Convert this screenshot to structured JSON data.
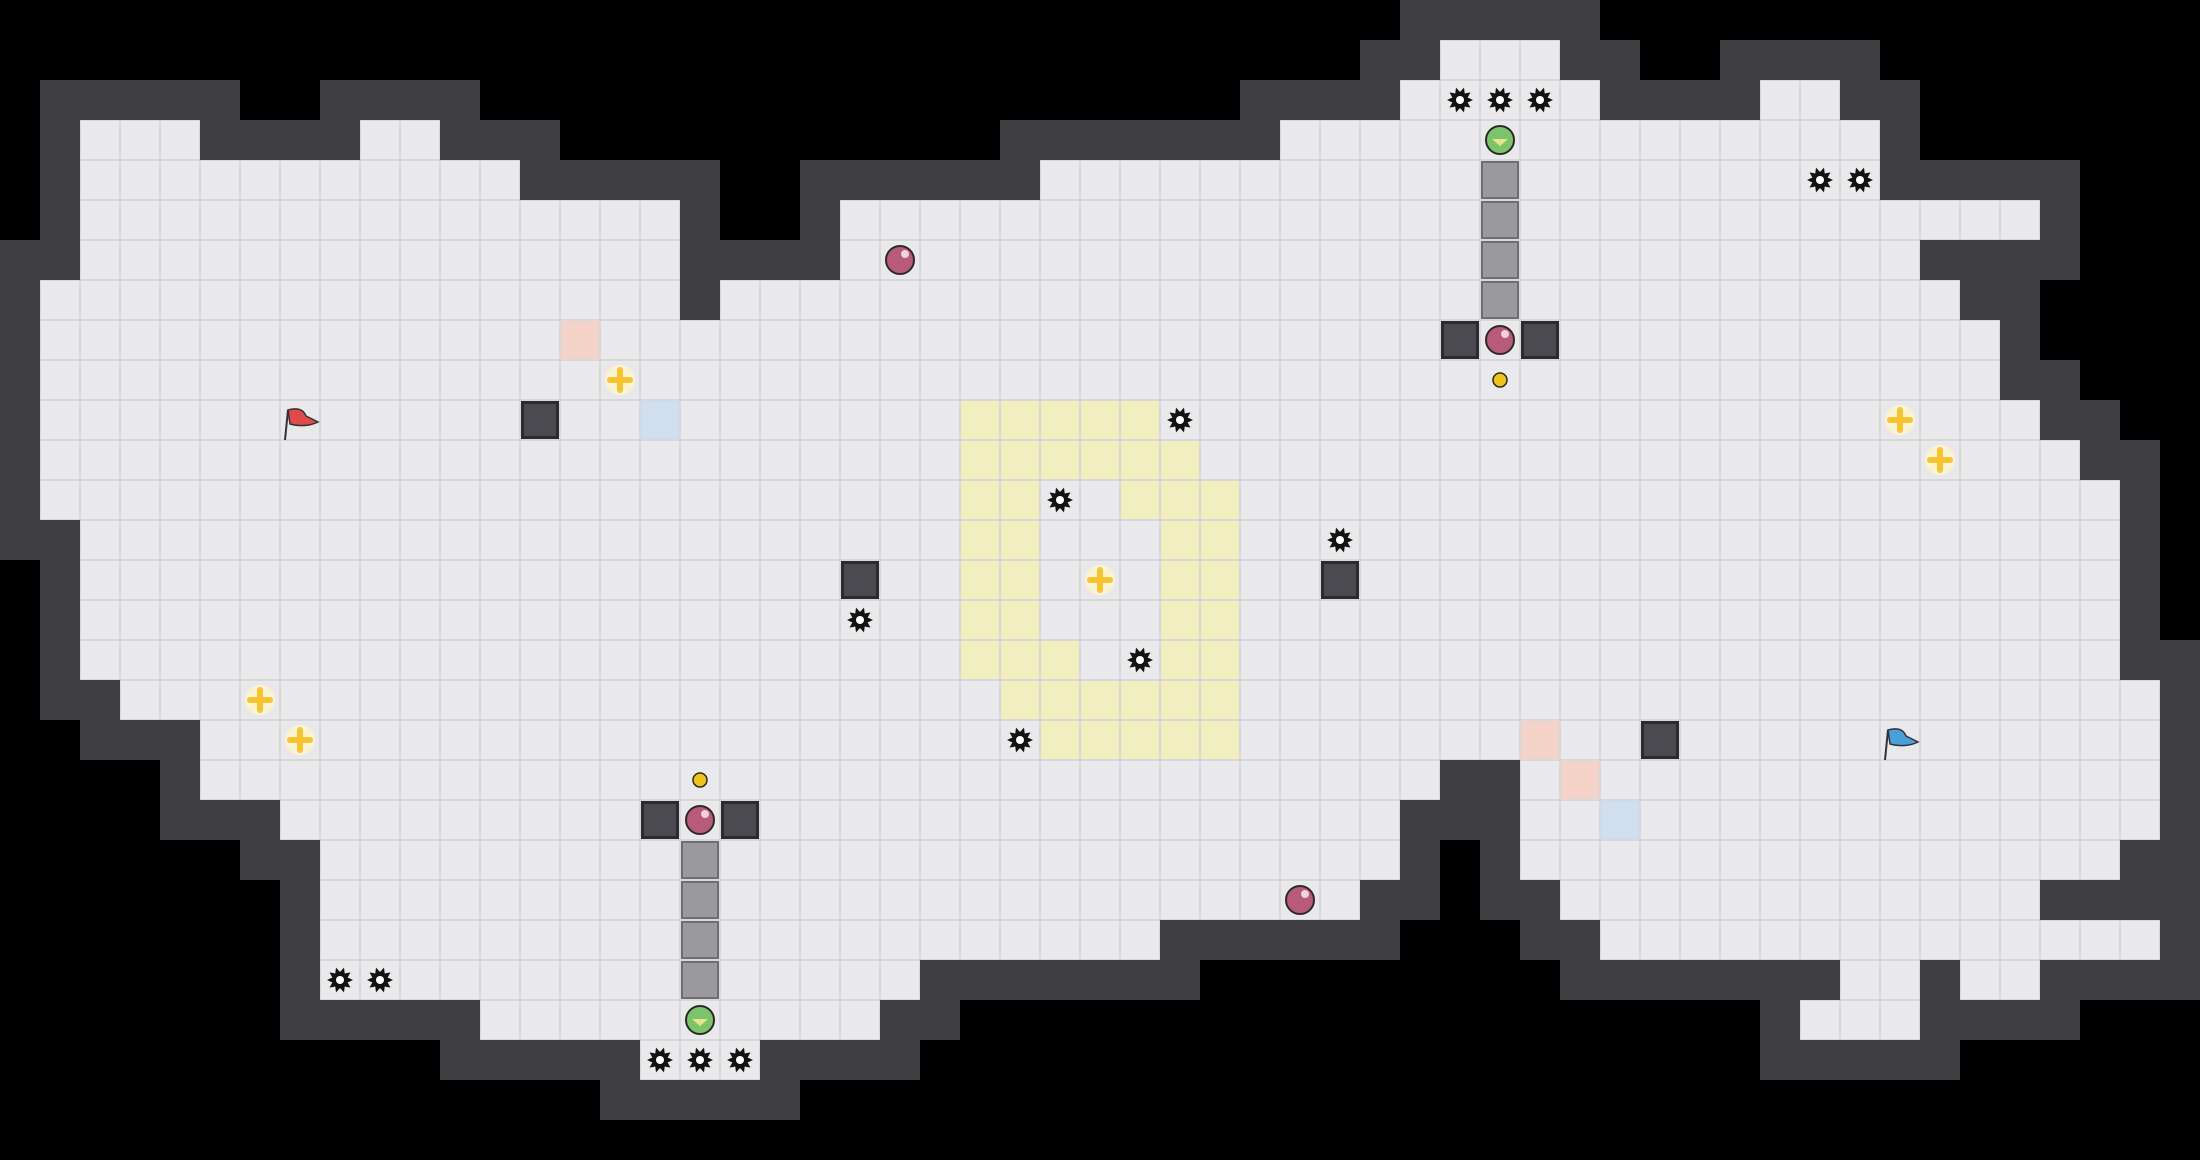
{
  "board": {
    "cols": 55,
    "rows": 29,
    "colors": {
      "background": "#000000",
      "floor": "#e9e9ec",
      "grid_line": "#d6d6db",
      "wall": "#3f3f44",
      "wall_edge": "#2b2b30",
      "block": "#4a4a50",
      "yellow_zone": "#f2efbe",
      "salmon_tile": "#f3d2c8",
      "blue_tile": "#cfdff0",
      "grate": "#9a9a9e",
      "spike": "#111111",
      "bomb": "#b85a7a",
      "green_orb": "#7cc46a",
      "coin": "#f0c419",
      "star": "#f4c430",
      "red_flag": "#e04a4a",
      "blue_flag": "#4aa0d8"
    },
    "floor_runs": [
      [
        36,
        1,
        3
      ],
      [
        35,
        2,
        5
      ],
      [
        44,
        2,
        1
      ],
      [
        45,
        2,
        1
      ],
      [
        2,
        3,
        3
      ],
      [
        9,
        3,
        2
      ],
      [
        32,
        3,
        15
      ],
      [
        2,
        4,
        6
      ],
      [
        8,
        4,
        5
      ],
      [
        26,
        4,
        21
      ],
      [
        2,
        5,
        15
      ],
      [
        21,
        5,
        30
      ],
      [
        2,
        6,
        15
      ],
      [
        21,
        6,
        27
      ],
      [
        1,
        7,
        16
      ],
      [
        18,
        7,
        31
      ],
      [
        1,
        8,
        16
      ],
      [
        17,
        8,
        33
      ],
      [
        1,
        9,
        49
      ],
      [
        1,
        10,
        50
      ],
      [
        1,
        11,
        51
      ],
      [
        1,
        12,
        52
      ],
      [
        2,
        13,
        51
      ],
      [
        2,
        14,
        51
      ],
      [
        2,
        15,
        51
      ],
      [
        2,
        16,
        51
      ],
      [
        3,
        17,
        51
      ],
      [
        5,
        18,
        49
      ],
      [
        5,
        19,
        31
      ],
      [
        38,
        19,
        16
      ],
      [
        7,
        20,
        28
      ],
      [
        38,
        20,
        16
      ],
      [
        8,
        21,
        27
      ],
      [
        38,
        21,
        15
      ],
      [
        8,
        22,
        26
      ],
      [
        39,
        22,
        12
      ],
      [
        8,
        23,
        21
      ],
      [
        40,
        23,
        1
      ],
      [
        41,
        23,
        4
      ],
      [
        45,
        23,
        9
      ],
      [
        8,
        24,
        3
      ],
      [
        11,
        24,
        12
      ],
      [
        46,
        24,
        2
      ],
      [
        49,
        24,
        2
      ],
      [
        12,
        25,
        10
      ],
      [
        45,
        25,
        3
      ],
      [
        16,
        26,
        3
      ]
    ],
    "yellow_cells": [
      [
        24,
        10
      ],
      [
        25,
        10
      ],
      [
        26,
        10
      ],
      [
        27,
        10
      ],
      [
        28,
        10
      ],
      [
        24,
        11
      ],
      [
        25,
        11
      ],
      [
        26,
        11
      ],
      [
        27,
        11
      ],
      [
        28,
        11
      ],
      [
        29,
        11
      ],
      [
        24,
        12
      ],
      [
        25,
        12
      ],
      [
        28,
        12
      ],
      [
        29,
        12
      ],
      [
        30,
        12
      ],
      [
        24,
        13
      ],
      [
        25,
        13
      ],
      [
        29,
        13
      ],
      [
        30,
        13
      ],
      [
        24,
        14
      ],
      [
        25,
        14
      ],
      [
        29,
        14
      ],
      [
        30,
        14
      ],
      [
        24,
        15
      ],
      [
        25,
        15
      ],
      [
        29,
        15
      ],
      [
        30,
        15
      ],
      [
        24,
        16
      ],
      [
        25,
        16
      ],
      [
        26,
        16
      ],
      [
        29,
        16
      ],
      [
        30,
        16
      ],
      [
        25,
        17
      ],
      [
        26,
        17
      ],
      [
        27,
        17
      ],
      [
        28,
        17
      ],
      [
        29,
        17
      ],
      [
        30,
        17
      ],
      [
        26,
        18
      ],
      [
        27,
        18
      ],
      [
        28,
        18
      ],
      [
        29,
        18
      ],
      [
        30,
        18
      ]
    ],
    "salmon_cells": [
      [
        14,
        8
      ],
      [
        38,
        18
      ],
      [
        39,
        19
      ]
    ],
    "blue_cells": [
      [
        16,
        10
      ],
      [
        40,
        20
      ]
    ],
    "blocks": [
      [
        13,
        10
      ],
      [
        21,
        14
      ],
      [
        33,
        14
      ],
      [
        36,
        8
      ],
      [
        38,
        8
      ],
      [
        16,
        20
      ],
      [
        18,
        20
      ],
      [
        41,
        18
      ]
    ],
    "grates": [
      [
        37,
        4
      ],
      [
        37,
        5
      ],
      [
        37,
        6
      ],
      [
        37,
        7
      ],
      [
        17,
        21
      ],
      [
        17,
        22
      ],
      [
        17,
        23
      ],
      [
        17,
        24
      ]
    ],
    "spikes": [
      [
        36,
        2
      ],
      [
        37,
        2
      ],
      [
        38,
        2
      ],
      [
        45,
        4
      ],
      [
        46,
        4
      ],
      [
        29,
        10
      ],
      [
        26,
        12
      ],
      [
        33,
        13
      ],
      [
        21,
        15
      ],
      [
        28,
        16
      ],
      [
        25,
        18
      ],
      [
        8,
        24
      ],
      [
        9,
        24
      ],
      [
        16,
        26
      ],
      [
        17,
        26
      ],
      [
        18,
        26
      ]
    ],
    "bombs": [
      [
        22,
        6
      ],
      [
        37,
        8
      ],
      [
        17,
        20
      ],
      [
        32,
        22
      ]
    ],
    "green_orbs": [
      [
        37,
        3
      ],
      [
        17,
        25
      ]
    ],
    "coins": [
      [
        37,
        9
      ],
      [
        17,
        19
      ]
    ],
    "stars": [
      [
        15,
        9
      ],
      [
        47,
        10
      ],
      [
        48,
        11
      ],
      [
        27,
        14
      ],
      [
        6,
        17
      ],
      [
        7,
        18
      ]
    ],
    "flags": [
      {
        "color": "red",
        "cell": [
          7,
          10
        ]
      },
      {
        "color": "blue",
        "cell": [
          47,
          18
        ]
      }
    ]
  }
}
